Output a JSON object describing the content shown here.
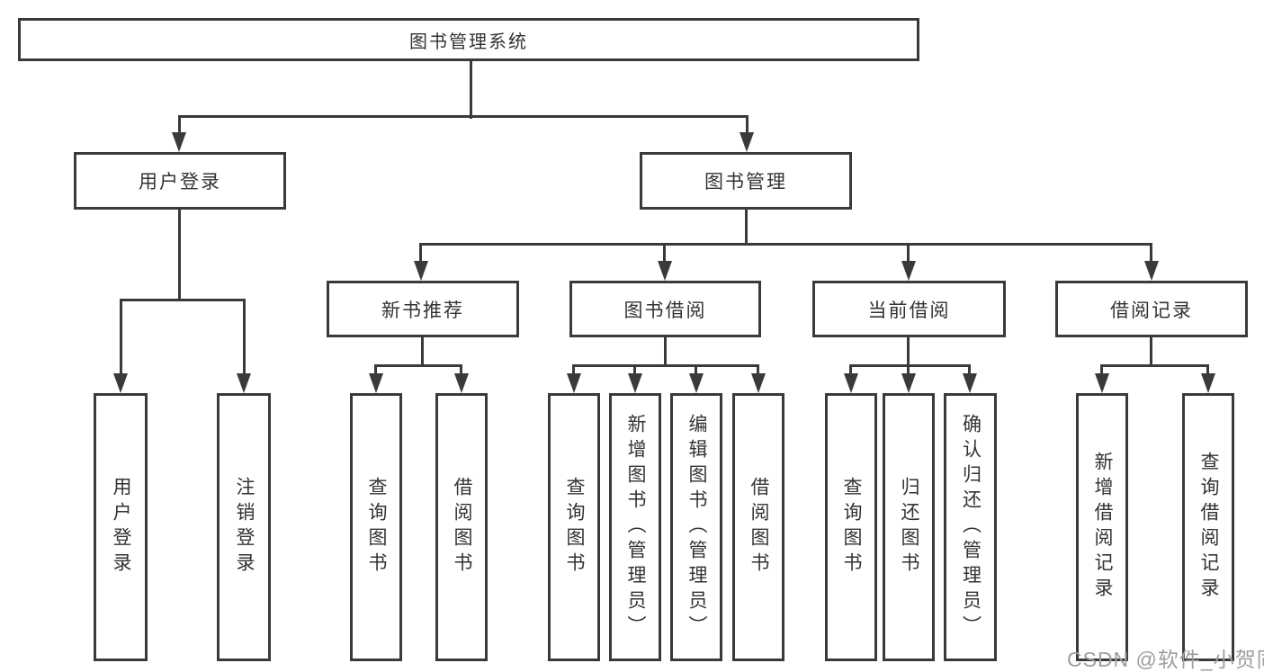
{
  "tree": {
    "root": {
      "label": "图书管理系统"
    },
    "level1": [
      {
        "label": "用户登录"
      },
      {
        "label": "图书管理"
      }
    ],
    "level2": [
      {
        "label": "新书推荐"
      },
      {
        "label": "图书借阅"
      },
      {
        "label": "当前借阅"
      },
      {
        "label": "借阅记录"
      }
    ],
    "leaves": [
      {
        "label": "用户登录"
      },
      {
        "label": "注销登录"
      },
      {
        "label": "查询图书"
      },
      {
        "label": "借阅图书"
      },
      {
        "label": "查询图书"
      },
      {
        "label": "新增图书（管理员）"
      },
      {
        "label": "编辑图书（管理员）"
      },
      {
        "label": "借阅图书"
      },
      {
        "label": "查询图书"
      },
      {
        "label": "归还图书"
      },
      {
        "label": "确认归还（管理员）"
      },
      {
        "label": "新增借阅记录"
      },
      {
        "label": "查询借阅记录"
      }
    ]
  },
  "watermark": "CSDN @软件_小贺同学",
  "colors": {
    "line": "#3a3a3a",
    "text": "#333333",
    "watermark": "#9e9e9e",
    "background": "#ffffff"
  }
}
